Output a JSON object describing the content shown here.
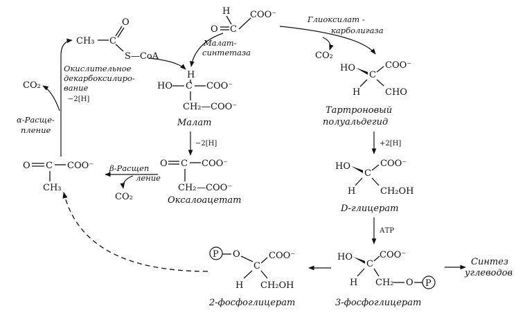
{
  "glyoxylate": {
    "h": "H",
    "c": "C",
    "coo": "COO⁻",
    "o": "O"
  },
  "acetyl_coa": {
    "ch3": "CH₃",
    "c": "C",
    "o": "O",
    "scoa": "S—CoA"
  },
  "malate": {
    "h": "H",
    "ho": "HO",
    "c": "C",
    "coo1": "COO⁻",
    "ch2": "CH₂",
    "coo2": "—COO⁻",
    "name": "Малат"
  },
  "oxaloacetate": {
    "o": "O",
    "c": "C",
    "coo1": "COO⁻",
    "ch2": "CH₂",
    "coo2": "—COO⁻",
    "name": "Оксалоацетат"
  },
  "pyruvate": {
    "o": "O",
    "c": "C",
    "coo": "COO⁻",
    "ch3": "CH₃"
  },
  "tartronic": {
    "ho": "HO",
    "c": "C",
    "coo": "COO⁻",
    "h": "H",
    "cho": "CHO",
    "name1": "Тартроновый",
    "name2": "полуальдегид"
  },
  "glycerate": {
    "ho": "HO",
    "c": "C",
    "coo": "COO⁻",
    "h": "H",
    "ch2oh": "CH₂OH",
    "name": "D-глицерат"
  },
  "pg3": {
    "ho": "HO",
    "c": "C",
    "coo": "COO⁻",
    "h": "H",
    "ch2": "CH₂",
    "o": "O",
    "p": "P",
    "name": "3-фосфоглицерат"
  },
  "pg2": {
    "p": "P",
    "o": "O",
    "c": "C",
    "coo": "COO⁻",
    "h": "H",
    "ch2oh": "CH₂OH",
    "name": "2-фосфоглицерат"
  },
  "labels": {
    "malate_synthase1": "Малат-",
    "malate_synthase2": "синтетаза",
    "glyox_carb1": "Глиоксилат -",
    "glyox_carb2": "карболигаза",
    "co2_a": "CO₂",
    "co2_b": "CO₂",
    "co2_c": "CO₂",
    "oxdec1": "Окислительное",
    "oxdec2": "декарбоксилиро-",
    "oxdec3": "вание",
    "minus2h_a": "−2[H]",
    "minus2h_b": "−2[H]",
    "plus2h": "+2[H]",
    "atp": "АТР",
    "alpha1": "α-Расще-",
    "alpha2": "пление",
    "beta1": "β-Расщеп",
    "beta2": "ление",
    "synth1": "Синтез",
    "synth2": "углеводов"
  }
}
